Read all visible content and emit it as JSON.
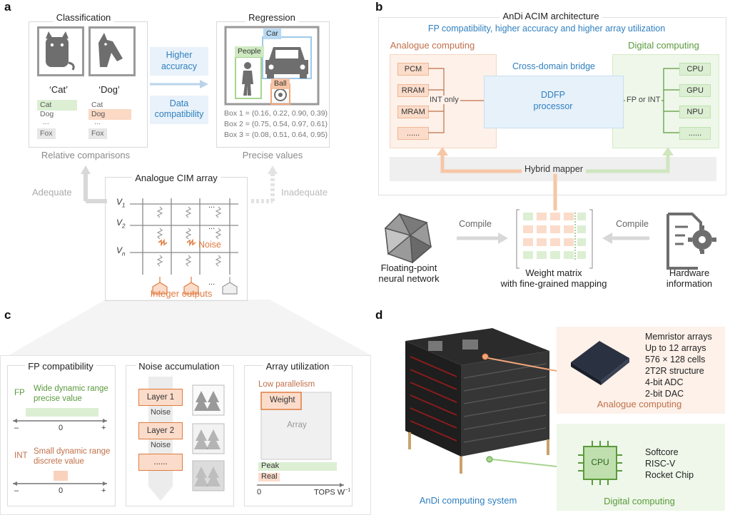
{
  "panels": {
    "a": "a",
    "b": "b",
    "c": "c",
    "d": "d"
  },
  "a": {
    "classification_title": "Classification",
    "regression_title": "Regression",
    "label_cat": "‘Cat’",
    "label_dog": "‘Dog’",
    "cat_list": [
      "Cat",
      "Dog",
      "...",
      "Fox"
    ],
    "dog_list": [
      "Cat",
      "Dog",
      "...",
      "Fox"
    ],
    "higher_accuracy_l1": "Higher",
    "higher_accuracy_l2": "accuracy",
    "data_compat_l1": "Data",
    "data_compat_l2": "compatibility",
    "reg_car": "Car",
    "reg_people": "People",
    "reg_ball": "Ball",
    "boxes": [
      "Box 1 = (0.16, 0.22, 0.90, 0.39)",
      "Box 2 = (0.75, 0.54, 0.97, 0.61)",
      "Box 3 = (0.08, 0.51, 0.64, 0.95)"
    ],
    "relative_comparisons": "Relative comparisons",
    "precise_values": "Precise values",
    "adequate": "Adequate",
    "inadequate": "Inadequate",
    "array_title": "Analogue CIM array",
    "v1": "V",
    "v1_sub": "1",
    "v2": "V",
    "v2_sub": "2",
    "vn": "V",
    "vn_sub": "n",
    "noise": "Noise",
    "integer_outputs": "Integer outputs",
    "dots": "..."
  },
  "b": {
    "title": "AnDi ACIM architecture",
    "subtitle": "FP compatibility, higher accuracy and higher array utilization",
    "analogue_computing": "Analogue computing",
    "digital_computing": "Digital computing",
    "analog_items": [
      "PCM",
      "RRAM",
      "MRAM",
      "......"
    ],
    "digital_items": [
      "CPU",
      "GPU",
      "NPU",
      "......"
    ],
    "int_only": "INT only",
    "fp_or_int": "FP or INT",
    "bridge": "Cross-domain bridge",
    "ddfp_l1": "DDFP",
    "ddfp_l2": "processor",
    "hybrid_mapper": "Hybrid mapper",
    "compile_left": "Compile",
    "compile_right": "Compile",
    "fpnn_l1": "Floating-point",
    "fpnn_l2": "neural network",
    "wm_l1": "Weight matrix",
    "wm_l2": "with fine-grained mapping",
    "hw_l1": "Hardware",
    "hw_l2": "information"
  },
  "c": {
    "fp_title": "FP compatibility",
    "noise_title": "Noise accumulation",
    "util_title": "Array utilization",
    "fp": "FP",
    "fp_desc_l1": "Wide dynamic range",
    "fp_desc_l2": "precise value",
    "int": "INT",
    "int_desc_l1": "Small dynamic range",
    "int_desc_l2": "discrete value",
    "minus": "–",
    "zero": "0",
    "plus": "+",
    "layer1": "Layer 1",
    "noise_lbl": "Noise",
    "layer2": "Layer 2",
    "dots": "......",
    "low_parallelism": "Low parallelism",
    "weight": "Weight",
    "array": "Array",
    "peak": "Peak",
    "real": "Real",
    "axis_zero": "0",
    "tops": "TOPS W",
    "tops_sup": "−1"
  },
  "d": {
    "memristor_specs": [
      "Memristor arrays",
      "Up to 12 arrays",
      "576 × 128 cells",
      "2T2R structure",
      "4-bit ADC",
      "2-bit DAC"
    ],
    "analogue_computing": "Analogue computing",
    "cpu_specs": [
      "Softcore",
      "RISC-V",
      "Rocket Chip"
    ],
    "cpu": "CPU",
    "digital_computing": "Digital computing",
    "system": "AnDi computing system"
  },
  "colors": {
    "orange": "#e07b3f",
    "green": "#5a9a3c",
    "blue": "#2f7fbf",
    "light_orange": "#fbdcca",
    "light_green": "#dcefd3",
    "light_blue": "#e6f1fa"
  }
}
